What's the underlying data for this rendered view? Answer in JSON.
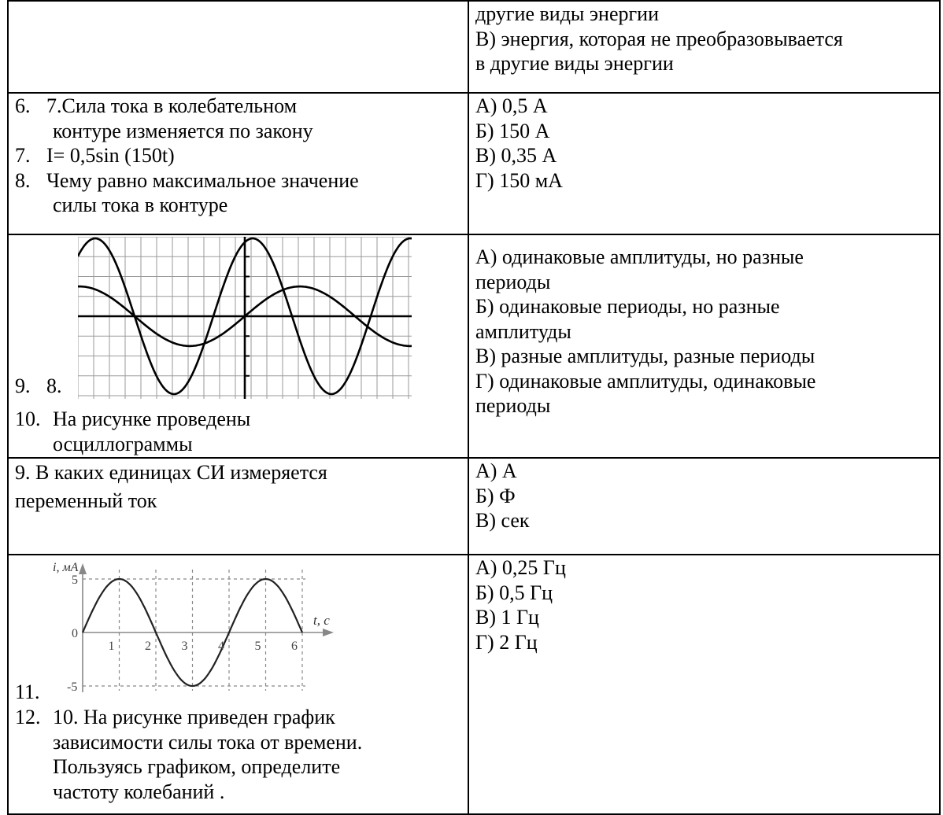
{
  "rows": [
    {
      "left": [],
      "right": [
        "другие виды энергии",
        "В) энергия, которая не преобразовывается",
        "в другие виды энергии"
      ]
    },
    {
      "left_items": [
        {
          "num": "6.",
          "lines": [
            "7.Сила тока в колебательном",
            "контуре изменяется по закону"
          ]
        },
        {
          "num": "7.",
          "lines": [
            "I= 0,5sin (150t)"
          ]
        },
        {
          "num": "8.",
          "lines": [
            "Чему равно максимальное значение",
            "силы тока в контуре"
          ]
        }
      ],
      "right": [
        "А) 0,5 А",
        "Б) 150 А",
        "В) 0,35 А",
        "Г) 150 мА"
      ]
    },
    {
      "fig_num": "9.",
      "fig_label": "8.",
      "after_num": "10.",
      "after_lines": [
        "На рисунке проведены",
        "осциллограммы"
      ],
      "right": [
        "А) одинаковые амплитуды, но разные",
        "периоды",
        "Б) одинаковые периоды, но разные",
        "амплитуды",
        "В) разные амплитуды, разные периоды",
        "Г) одинаковые амплитуды, одинаковые",
        "периоды"
      ]
    },
    {
      "left": [
        "9. В каких единицах СИ измеряется",
        "переменный ток"
      ],
      "right": [
        "А) А",
        "Б) Ф",
        "В) сек"
      ]
    },
    {
      "fig_num": "11.",
      "after_num": "12.",
      "after_lines": [
        "10. На рисунке приведен график",
        "зависимости силы тока от времени.",
        "Пользуясь графиком, определите",
        "частоту колебаний ."
      ],
      "right": [
        "А) 0,25 Гц",
        "Б) 0,5 Гц",
        "В) 1 Гц",
        "Г) 2 Гц"
      ]
    }
  ],
  "chart_data": [
    {
      "type": "line",
      "series": [
        {
          "values_desc": "large sinusoid",
          "amplitude": 4,
          "period_cells": 10,
          "phase_peak_cells": [
            1,
            11,
            21
          ]
        },
        {
          "values_desc": "small sinusoid",
          "amplitude": 1.5,
          "period_cells": 14,
          "phase_peak_cells": [
            0,
            14
          ]
        }
      ]
    },
    {
      "type": "line",
      "ylabel": "i, мА",
      "xlabel": "t, с",
      "x_ticks": [
        "0",
        "1",
        "2",
        "3",
        "4",
        "5",
        "6"
      ],
      "y_ticks": [
        "5",
        "-5"
      ],
      "x": [
        0,
        1,
        2,
        3,
        4,
        5,
        6
      ],
      "y": [
        0,
        5,
        0,
        -5,
        0,
        5,
        0
      ]
    }
  ]
}
